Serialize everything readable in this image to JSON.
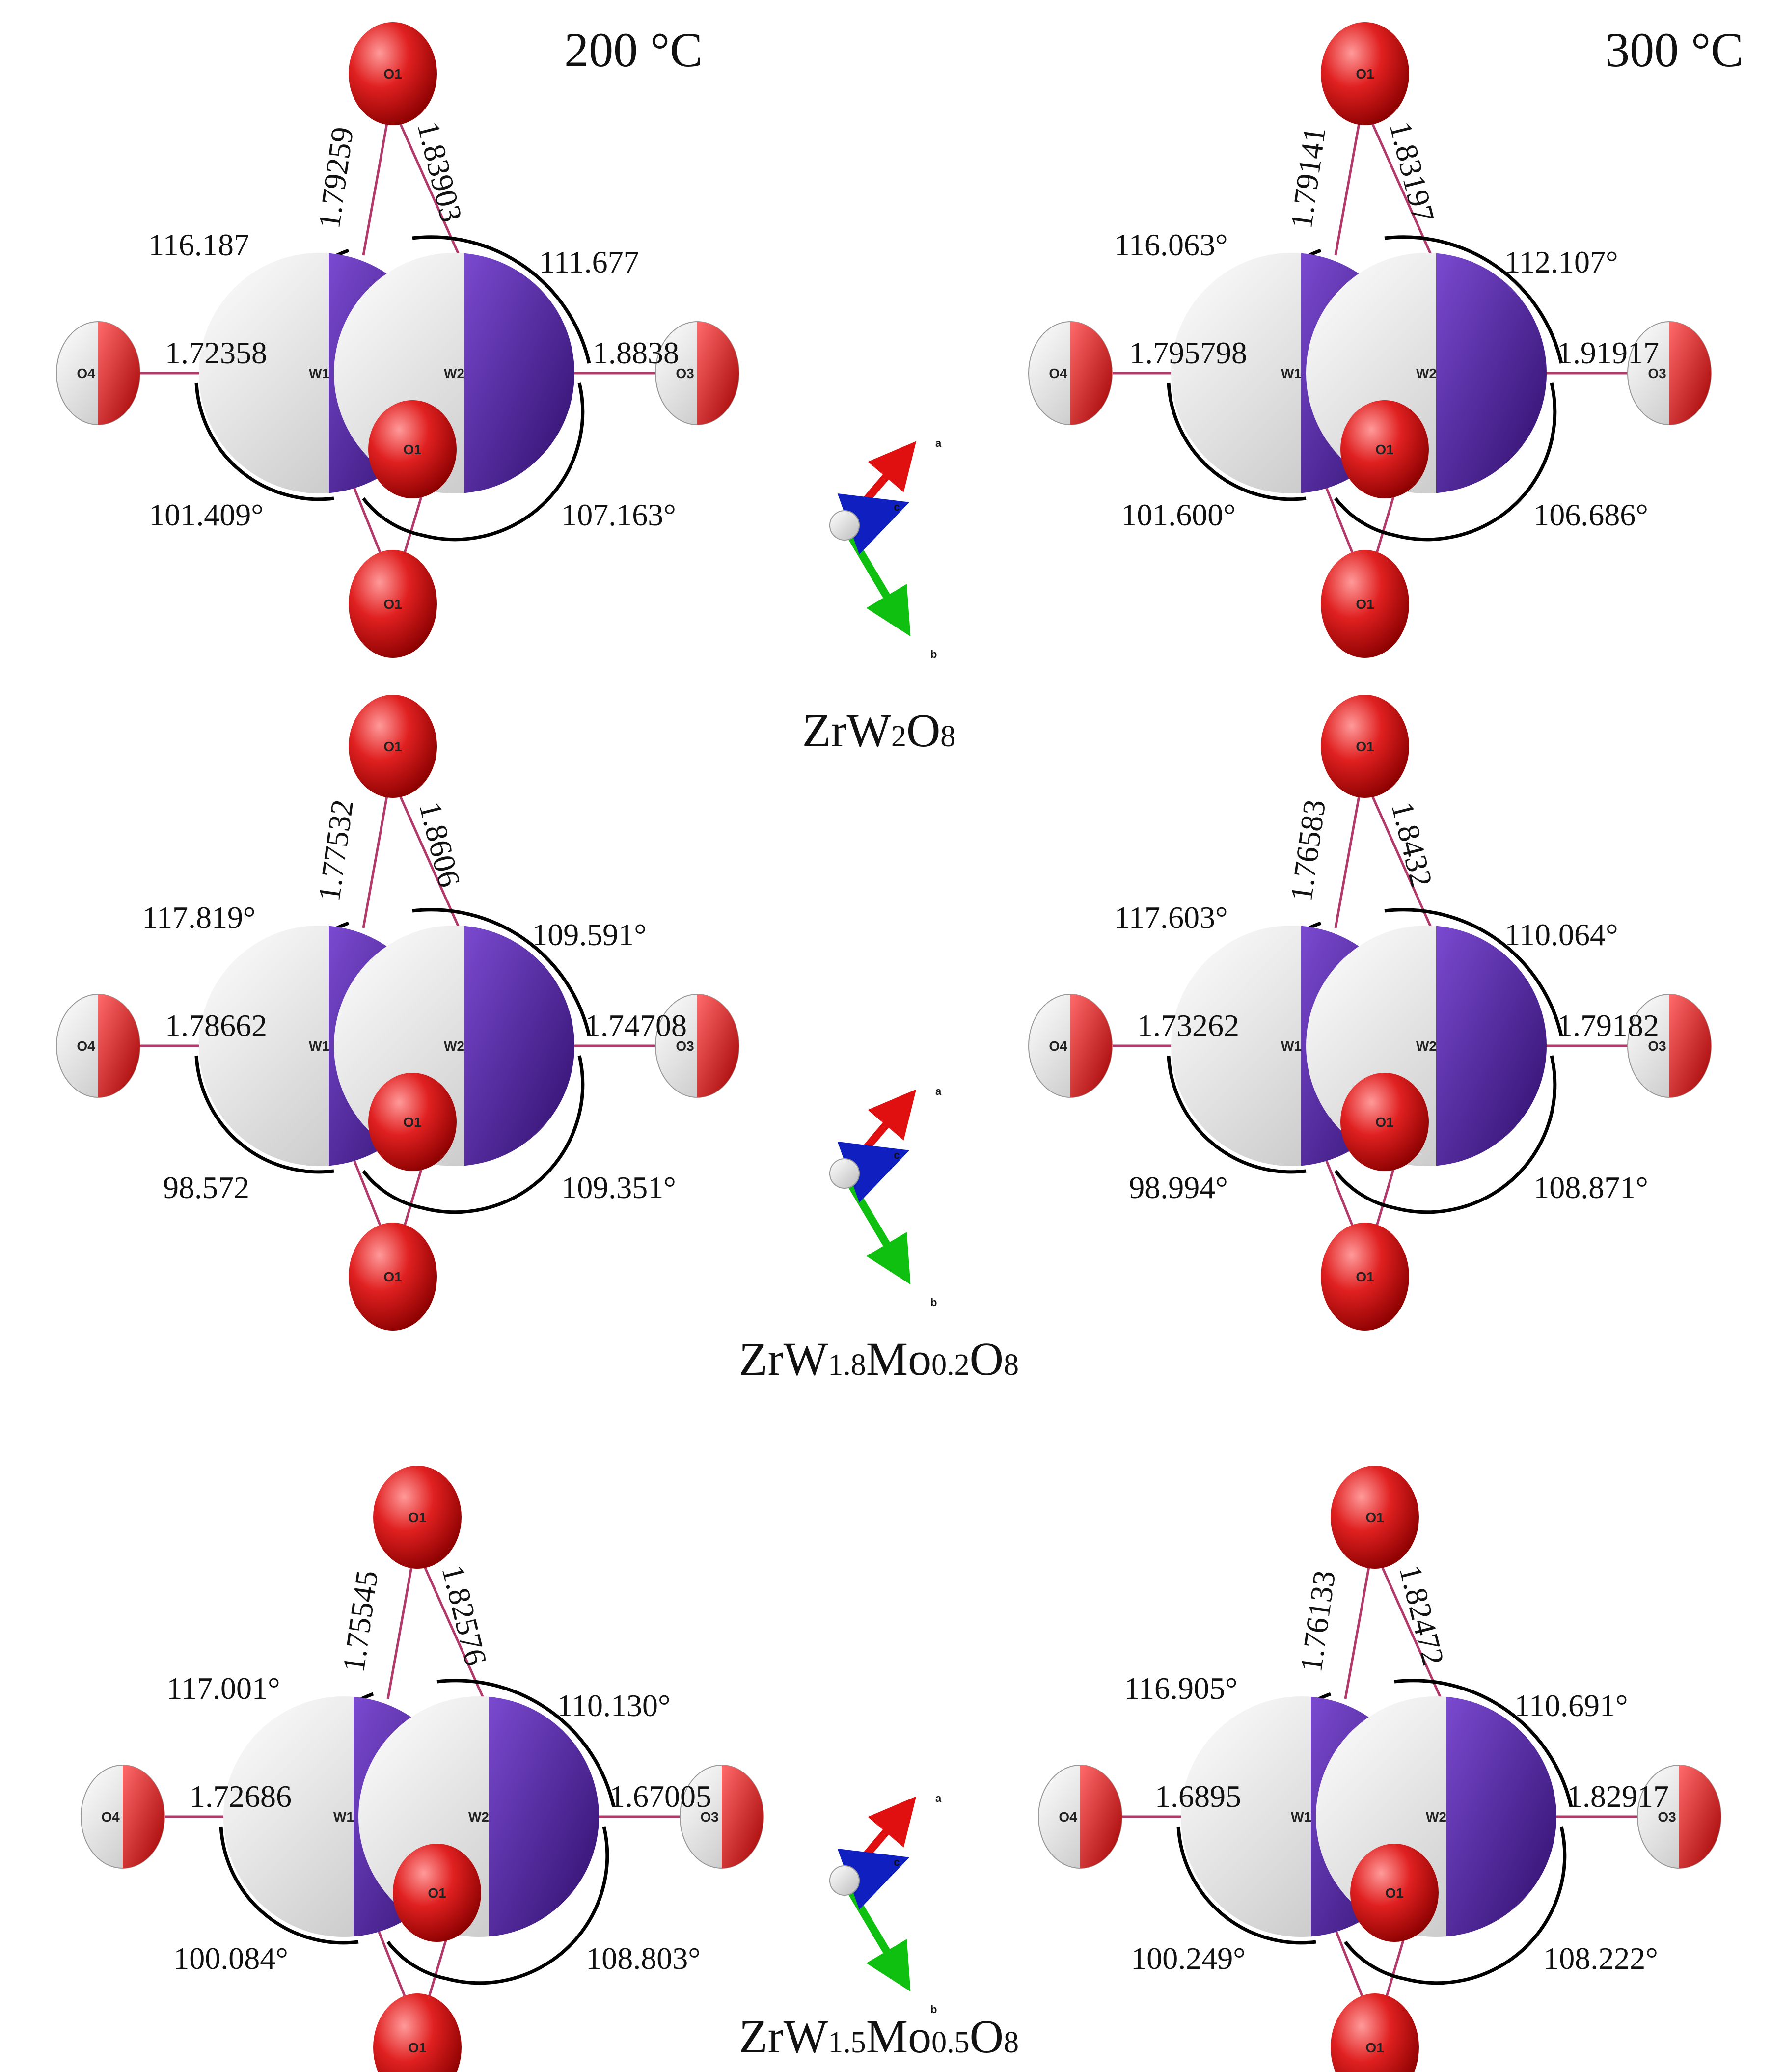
{
  "headers": {
    "left": "200 °C",
    "right": "300 °C"
  },
  "atom_labels": {
    "O1": "O1",
    "O3": "O3",
    "O4": "O4",
    "W1": "W1",
    "W2": "W2"
  },
  "axes": {
    "a": "a",
    "b": "b",
    "c": "c"
  },
  "colors": {
    "oxygen": "#e02020",
    "tungsten": "#4a1a8c",
    "white": "#f2f2f2",
    "bond": "#b23a6a",
    "axis_a": "#e01010",
    "axis_b": "#10c010",
    "axis_c": "#1020c0"
  },
  "rows": [
    {
      "compound": {
        "pre": "ZrW",
        "s1": "2",
        "mid": "",
        "s2": "",
        "post": "O",
        "s3": "8"
      },
      "panels": [
        {
          "bond_top_left": "1.79259",
          "bond_top_right": "1.83903",
          "bond_left": "1.72358",
          "bond_right": "1.8838",
          "ang_top_left": "116.187",
          "ang_top_right": "111.677",
          "ang_bot_left": "101.409°",
          "ang_bot_right": "107.163°"
        },
        {
          "bond_top_left": "1.79141",
          "bond_top_right": "1.83197",
          "bond_left": "1.795798",
          "bond_right": "1.91917",
          "ang_top_left": "116.063°",
          "ang_top_right": "112.107°",
          "ang_bot_left": "101.600°",
          "ang_bot_right": "106.686°"
        }
      ]
    },
    {
      "compound": {
        "pre": "ZrW",
        "s1": "1.8",
        "mid": "Mo",
        "s2": "0.2",
        "post": "O",
        "s3": "8"
      },
      "panels": [
        {
          "bond_top_left": "1.77532",
          "bond_top_right": "1.8606",
          "bond_left": "1.78662",
          "bond_right": "1.74708",
          "ang_top_left": "117.819°",
          "ang_top_right": "109.591°",
          "ang_bot_left": "98.572",
          "ang_bot_right": "109.351°"
        },
        {
          "bond_top_left": "1.76583",
          "bond_top_right": "1.8432",
          "bond_left": "1.73262",
          "bond_right": "1.79182",
          "ang_top_left": "117.603°",
          "ang_top_right": "110.064°",
          "ang_bot_left": "98.994°",
          "ang_bot_right": "108.871°"
        }
      ]
    },
    {
      "compound": {
        "pre": "ZrW",
        "s1": "1.5",
        "mid": "Mo",
        "s2": "0.5",
        "post": "O",
        "s3": "8"
      },
      "panels": [
        {
          "bond_top_left": "1.75545",
          "bond_top_right": "1.82576",
          "bond_left": "1.72686",
          "bond_right": "1.67005",
          "ang_top_left": "117.001°",
          "ang_top_right": "110.130°",
          "ang_bot_left": "100.084°",
          "ang_bot_right": "108.803°"
        },
        {
          "bond_top_left": "1.76133",
          "bond_top_right": "1.82472",
          "bond_left": "1.6895",
          "bond_right": "1.82917",
          "ang_top_left": "116.905°",
          "ang_top_right": "110.691°",
          "ang_bot_left": "100.249°",
          "ang_bot_right": "108.222°"
        }
      ]
    }
  ]
}
